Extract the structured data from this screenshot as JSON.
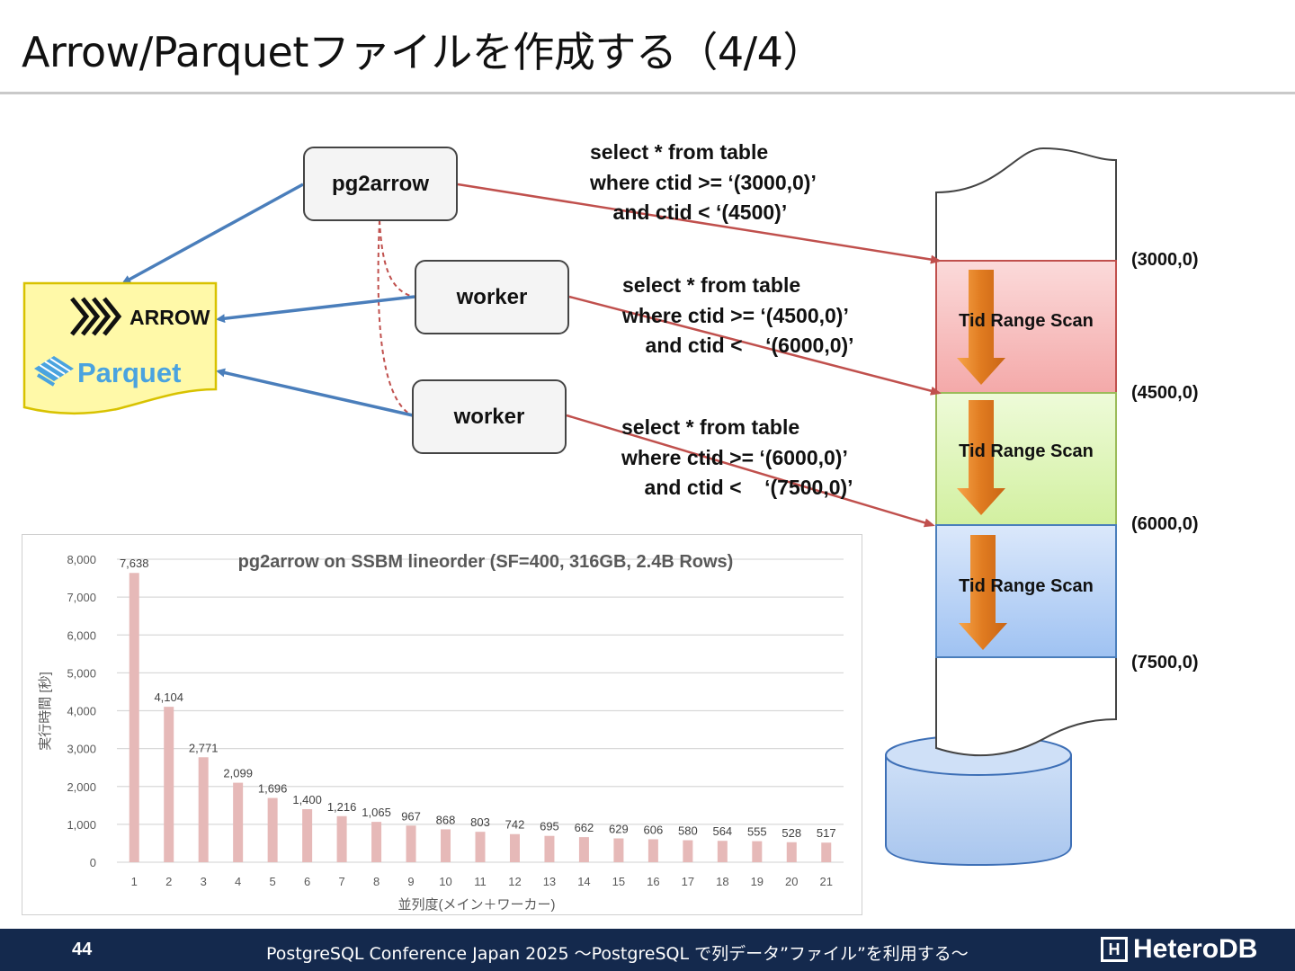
{
  "title": "Arrow/Parquetファイルを作成する（4/4）",
  "nodes": {
    "pg2arrow": "pg2arrow",
    "worker1": "worker",
    "worker2": "worker"
  },
  "logos": {
    "arrow": "ARROW",
    "parquet": "Parquet"
  },
  "queries": [
    "select * from table\nwhere ctid >= ‘(3000,0)’\n    and ctid < ‘(4500)’",
    "select * from table\nwhere ctid >= ‘(4500,0)’\n    and ctid <    ‘(6000,0)’",
    "select * from table\nwhere ctid >= ‘(6000,0)’\n    and ctid <    ‘(7500,0)’"
  ],
  "offsets": [
    "(3000,0)",
    "(4500,0)",
    "(6000,0)",
    "(7500,0)"
  ],
  "scans": [
    "Tid Range Scan",
    "Tid Range Scan",
    "Tid Range Scan"
  ],
  "colors": {
    "scan_red": "#f8c6c6",
    "scan_green": "#dff5b8",
    "scan_blue": "#bfd6f6",
    "arrow_blue": "#4a7ebb",
    "arrow_red": "#c0504d",
    "bar": "#e6b9b8",
    "footer": "#14294d",
    "orange": "#e07b20"
  },
  "chart_data": {
    "type": "bar",
    "title": "pg2arrow on SSBM lineorder (SF=400, 316GB, 2.4B Rows)",
    "xlabel": "並列度(メイン＋ワーカー)",
    "ylabel": "実行時間 [秒]",
    "categories": [
      "1",
      "2",
      "3",
      "4",
      "5",
      "6",
      "7",
      "8",
      "9",
      "10",
      "11",
      "12",
      "13",
      "14",
      "15",
      "16",
      "17",
      "18",
      "19",
      "20",
      "21"
    ],
    "values": [
      7638,
      4104,
      2771,
      2099,
      1696,
      1400,
      1216,
      1065,
      967,
      868,
      803,
      742,
      695,
      662,
      629,
      606,
      580,
      564,
      555,
      528,
      517
    ],
    "value_labels": [
      "7,638",
      "4,104",
      "2,771",
      "2,099",
      "1,696",
      "1,400",
      "1,216",
      "1,065",
      "967",
      "868",
      "803",
      "742",
      "695",
      "662",
      "629",
      "606",
      "580",
      "564",
      "555",
      "528",
      "517"
    ],
    "y_ticks": [
      "0",
      "1,000",
      "2,000",
      "3,000",
      "4,000",
      "5,000",
      "6,000",
      "7,000",
      "8,000"
    ],
    "ylim": [
      0,
      8000
    ],
    "grid": true
  },
  "footer": {
    "page": "44",
    "text": "PostgreSQL Conference Japan 2025 ～PostgreSQL で列データ”ファイル”を利用する～",
    "brand": "HeteroDB",
    "brand_mark": "H"
  }
}
